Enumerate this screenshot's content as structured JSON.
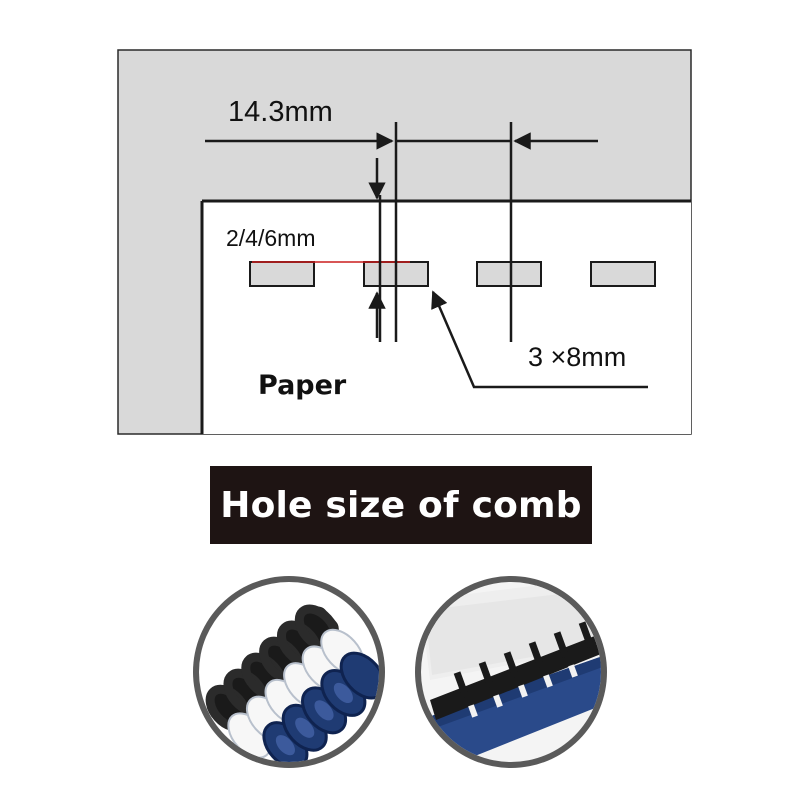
{
  "diagram": {
    "pitch_label": "14.3mm",
    "hole_width_label": "2/4/6mm",
    "hole_size_label": "3 ×8mm",
    "paper_label": "Paper",
    "colors": {
      "background_gray": "#d9d9d9",
      "paper_white": "#ffffff",
      "line_dark": "#1a1a1a",
      "hole_fill": "#d9d9d9",
      "highlight_red": "#cc1f1f"
    }
  },
  "title": "Hole size of comb",
  "photos": [
    {
      "name": "comb-spines-photo",
      "colors": [
        "#1a1a1a",
        "#ffffff",
        "#1f3b73"
      ]
    },
    {
      "name": "bound-comb-photo",
      "colors": [
        "#1a1a1a",
        "#2a4a8a",
        "#f2f2f2"
      ]
    }
  ]
}
